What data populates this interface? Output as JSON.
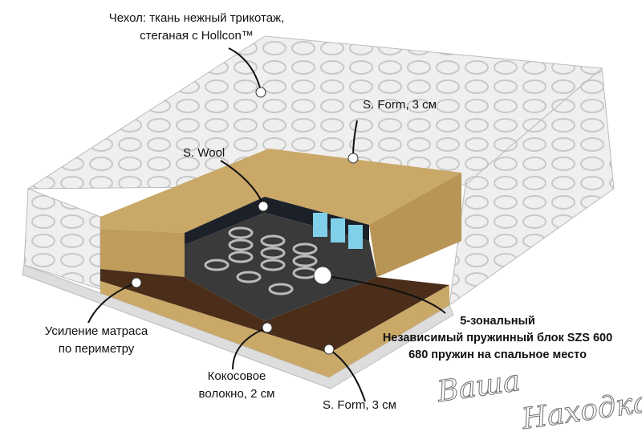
{
  "labels": {
    "cover_line1": "Чехол: ткань нежный трикотаж,",
    "cover_line2": "стеганая с Hollcon™",
    "sform_top": "S. Form, 3 см",
    "swool": "S. Wool",
    "perimeter_line1": "Усиление матраса",
    "perimeter_line2": "по периметру",
    "springs_line1": "5-зональный",
    "springs_line2": "Независимый пружинный блок SZS 600",
    "springs_line3": "680 пружин на спальное место",
    "coconut_line1": "Кокосовое",
    "coconut_line2": "волокно, 2 см",
    "sform_bottom": "S. Form, 3 см"
  },
  "watermark": {
    "line1": "Ваша",
    "line2": "Находка"
  },
  "colors": {
    "foam": "#c9a868",
    "coconut": "#4a2e1a",
    "wool": "#1c2028",
    "cover": "#eeeeee"
  }
}
